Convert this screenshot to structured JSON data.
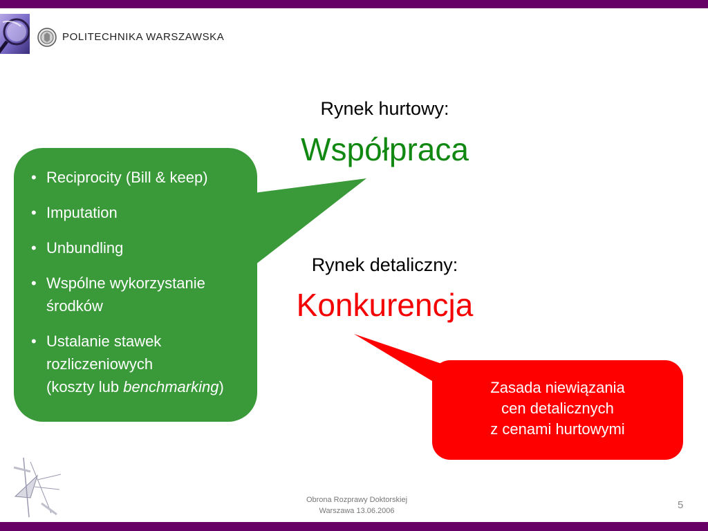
{
  "header": {
    "university_name": "POLITECHNIKA WARSZAWSKA"
  },
  "slide": {
    "wholesale_label": "Rynek hurtowy:",
    "wholesale_value": "Współpraca",
    "retail_label": "Rynek detaliczny:",
    "retail_value": "Konkurencja",
    "green_callout": {
      "color": "#3a9a3a",
      "items": [
        {
          "bullet": "•",
          "text": "Reciprocity (Bill & keep)"
        },
        {
          "bullet": "•",
          "text": "Imputation"
        },
        {
          "bullet": "•",
          "text": "Unbundling"
        },
        {
          "bullet": "•",
          "line1": "Wspólne wykorzystanie",
          "line2": "środków"
        },
        {
          "bullet": "•",
          "line1": "Ustalanie stawek",
          "line2": "rozliczeniowych",
          "line3_prefix": "(koszty lub ",
          "line3_italic": "benchmarking",
          "line3_suffix": ")"
        }
      ]
    },
    "red_callout": {
      "color": "#ff0000",
      "line1": "Zasada niewiązania",
      "line2": "cen detalicznych",
      "line3": "z cenami hurtowymi"
    }
  },
  "footer": {
    "line1": "Obrona Rozprawy Doktorskiej",
    "line2": "Warszawa 13.06.2006",
    "page_number": "5"
  },
  "colors": {
    "frame": "#660066",
    "wspolpraca": "#118811",
    "konkurencja": "#f40000"
  },
  "icons": {
    "header_photo": "magnifier-photo-icon",
    "seal": "university-seal-icon",
    "footer_logo": "conference-logo-icon"
  }
}
